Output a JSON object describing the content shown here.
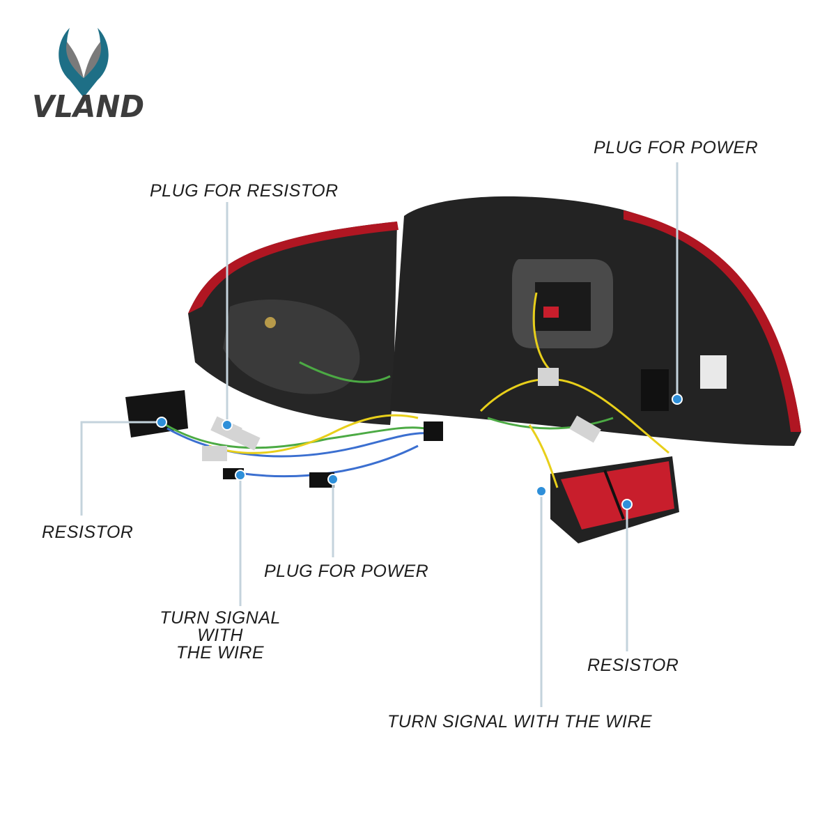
{
  "brand": {
    "name": "VLAND",
    "colors": {
      "teal": "#1e6f86",
      "silver": "#8a8a8a",
      "text": "#3c3c3c"
    }
  },
  "labels": {
    "plug_power_top": "PLUG FOR POWER",
    "plug_resistor": "PLUG FOR RESISTOR",
    "resistor_left": "RESISTOR",
    "plug_power_mid": "PLUG FOR POWER",
    "turn_signal_left": "TURN SIGNAL WITH\nTHE WIRE",
    "resistor_right": "RESISTOR",
    "turn_signal_right": "TURN SIGNAL WITH THE WIRE"
  },
  "colors": {
    "leader": "#c4d3dc",
    "dot": "#2e8fd9",
    "lamp_dark": "#1e1e1e",
    "lamp_red": "#b01622",
    "tape_red": "#c81e2c",
    "wire_yellow": "#e8cf1a",
    "wire_green": "#4caa44",
    "wire_blue": "#3b6fd0"
  }
}
